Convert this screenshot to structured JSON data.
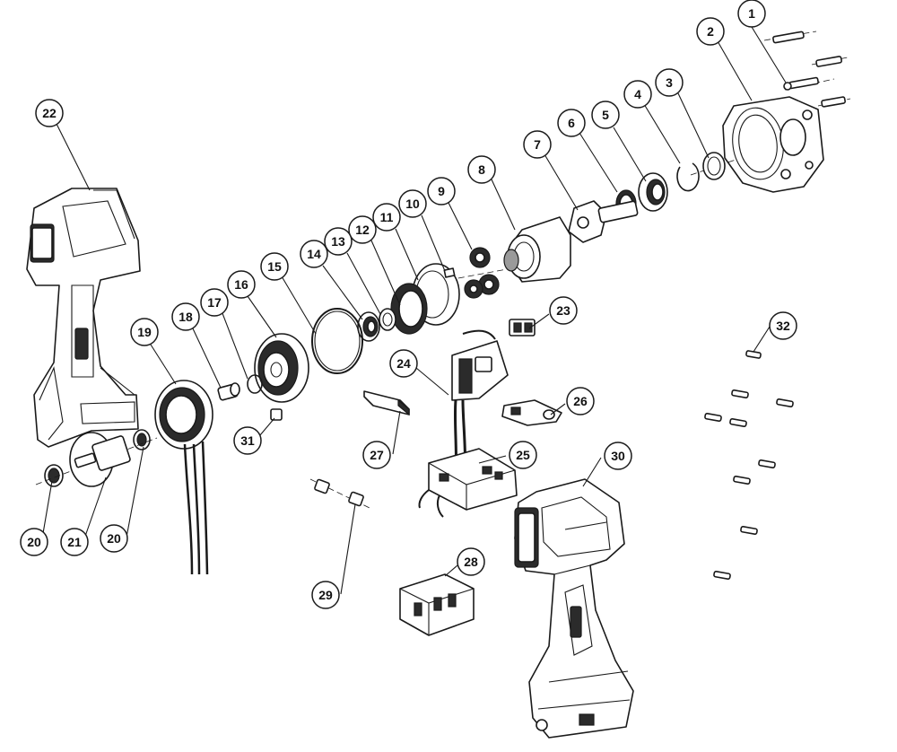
{
  "diagram": {
    "colors": {
      "ink": "#1a1a1a",
      "background": "#ffffff",
      "shade": "#9a9a9a"
    },
    "callouts": [
      {
        "id": "c1",
        "label": "1"
      },
      {
        "id": "c2",
        "label": "2"
      },
      {
        "id": "c3",
        "label": "3"
      },
      {
        "id": "c4",
        "label": "4"
      },
      {
        "id": "c5",
        "label": "5"
      },
      {
        "id": "c6",
        "label": "6"
      },
      {
        "id": "c7",
        "label": "7"
      },
      {
        "id": "c8",
        "label": "8"
      },
      {
        "id": "c9",
        "label": "9"
      },
      {
        "id": "c10",
        "label": "10"
      },
      {
        "id": "c11",
        "label": "11"
      },
      {
        "id": "c12",
        "label": "12"
      },
      {
        "id": "c13",
        "label": "13"
      },
      {
        "id": "c14",
        "label": "14"
      },
      {
        "id": "c15",
        "label": "15"
      },
      {
        "id": "c16",
        "label": "16"
      },
      {
        "id": "c17",
        "label": "17"
      },
      {
        "id": "c18",
        "label": "18"
      },
      {
        "id": "c19",
        "label": "19"
      },
      {
        "id": "c20a",
        "label": "20"
      },
      {
        "id": "c20b",
        "label": "20"
      },
      {
        "id": "c21",
        "label": "21"
      },
      {
        "id": "c22",
        "label": "22"
      },
      {
        "id": "c23",
        "label": "23"
      },
      {
        "id": "c24",
        "label": "24"
      },
      {
        "id": "c25",
        "label": "25"
      },
      {
        "id": "c26",
        "label": "26"
      },
      {
        "id": "c27",
        "label": "27"
      },
      {
        "id": "c28",
        "label": "28"
      },
      {
        "id": "c29",
        "label": "29"
      },
      {
        "id": "c30",
        "label": "30"
      },
      {
        "id": "c31",
        "label": "31"
      },
      {
        "id": "c32",
        "label": "32"
      }
    ]
  }
}
